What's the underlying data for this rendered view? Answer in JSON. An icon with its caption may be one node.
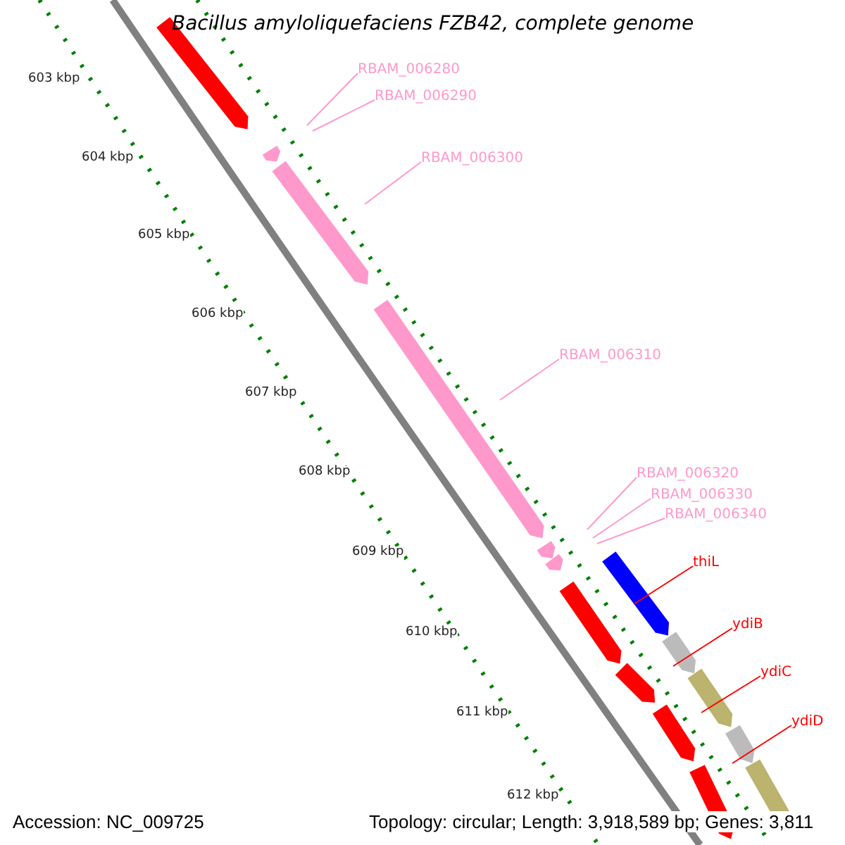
{
  "diagram": {
    "title": "Bacillus amyloliquefaciens FZB42, complete genome",
    "nodes": [
      {
        "text": [
          "RBAM_006280"
        ]
      },
      {
        "text": [
          "RBAM_006290"
        ]
      },
      {
        "text": [
          "RBAM_006300"
        ]
      },
      {
        "text": [
          "RBAM_006310"
        ]
      },
      {
        "text": [
          "RBAM_006320"
        ]
      },
      {
        "text": [
          "RBAM_006330"
        ]
      },
      {
        "text": [
          "RBAM_006340"
        ]
      },
      {
        "text": [
          "thiL"
        ]
      },
      {
        "text": [
          "ydiB"
        ]
      },
      {
        "text": [
          "ydiC"
        ]
      },
      {
        "text": [
          "ydiD"
        ]
      }
    ],
    "edges": [
      {
        "from": 0,
        "to": null,
        "arrow": "none"
      },
      {
        "from": 1,
        "to": null,
        "arrow": "none"
      },
      {
        "from": 2,
        "to": null,
        "arrow": "none"
      },
      {
        "from": 3,
        "to": null,
        "arrow": "none"
      },
      {
        "from": 4,
        "to": null,
        "arrow": "none"
      },
      {
        "from": 5,
        "to": null,
        "arrow": "none"
      },
      {
        "from": 6,
        "to": null,
        "arrow": "none"
      },
      {
        "from": 7,
        "to": null,
        "arrow": "none",
        "color": "#ff0000"
      },
      {
        "from": 8,
        "to": null,
        "arrow": "none",
        "color": "#ff0000"
      },
      {
        "from": 9,
        "to": null,
        "arrow": "none",
        "color": "#ff0000"
      },
      {
        "from": 10,
        "to": null,
        "arrow": "none",
        "color": "#ff0000"
      }
    ],
    "labels": [
      "603 kbp",
      "604 kbp",
      "605 kbp",
      "606 kbp",
      "607 kbp",
      "608 kbp",
      "609 kbp",
      "610 kbp",
      "611 kbp",
      "612 kbp",
      "Accession: NC_009725",
      "Topology: circular; Length: 3,918,589 bp; Genes: 3,811"
    ]
  }
}
